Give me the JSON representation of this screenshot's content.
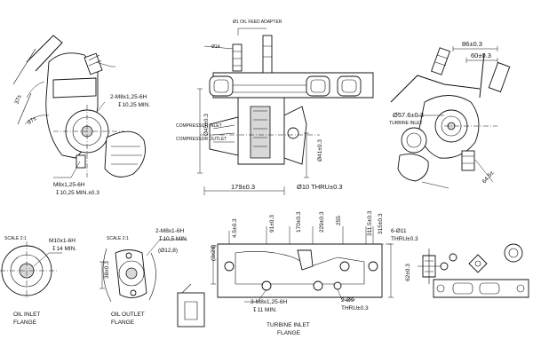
{
  "front_view": {
    "thread_top": "2-M8x1,25-6H",
    "depth_top": "↧10,25 MIN.",
    "thread_bottom": "M8x1,25-6H",
    "depth_bottom": "↧10,25 MIN.±0.3",
    "angle_a": "37±",
    "angle_b": "97±"
  },
  "side_view": {
    "top_note": "Ø1 OIL FEED ADAPTER",
    "small_dim": "Ø14",
    "dia_left": "Ø45±0.3",
    "dia_right": "Ø41±0.3",
    "width_dim": "179±0.3",
    "thru_dim": "Ø10 THRU±0.3",
    "compressor_inlet": "COMPRESSOR INLET",
    "compressor_outlet": "COMPRESSOR OUTLET"
  },
  "right_view": {
    "dim_86": "86±0.3",
    "dim_60": "60±0.3",
    "dia_57": "Ø57.6±0.3",
    "angle_dim": "64.5±",
    "turbine_inlet": "TURBINE INLET"
  },
  "oil_inlet": {
    "scale": "SCALE 2:1",
    "thread": "M10x1-6H",
    "depth": "↧14 MIN.",
    "label_line1": "OIL INLET",
    "label_line2": "FLANGE"
  },
  "oil_outlet": {
    "scale": "SCALE 2:1",
    "thread": "2-M8x1-6H",
    "depth": "↧10,5 MIN.",
    "dia": "(Ø12,8)",
    "dim_38": "38±0.3",
    "label_line1": "OIL OUTLET",
    "label_line2": "FLANGE"
  },
  "turbine_flange": {
    "dim_3x26": "(3x26)",
    "top_dims": [
      "4.5±0.3",
      "91±0.3",
      "170±0.3",
      "229±0.3",
      "255",
      "311.5±0.3",
      "315±0.3"
    ],
    "holes": "6-Ø11",
    "holes_thru": "THRU±0.3",
    "dim_62": "62±0.3",
    "bottom_thread": "3-M8x1,25-6H",
    "bottom_depth": "↧11 MIN.",
    "bottom_holes": "2-Ø9",
    "bottom_thru": "THRU±0.3",
    "label_line1": "TURBINE INLET",
    "label_line2": "FLANGE"
  }
}
